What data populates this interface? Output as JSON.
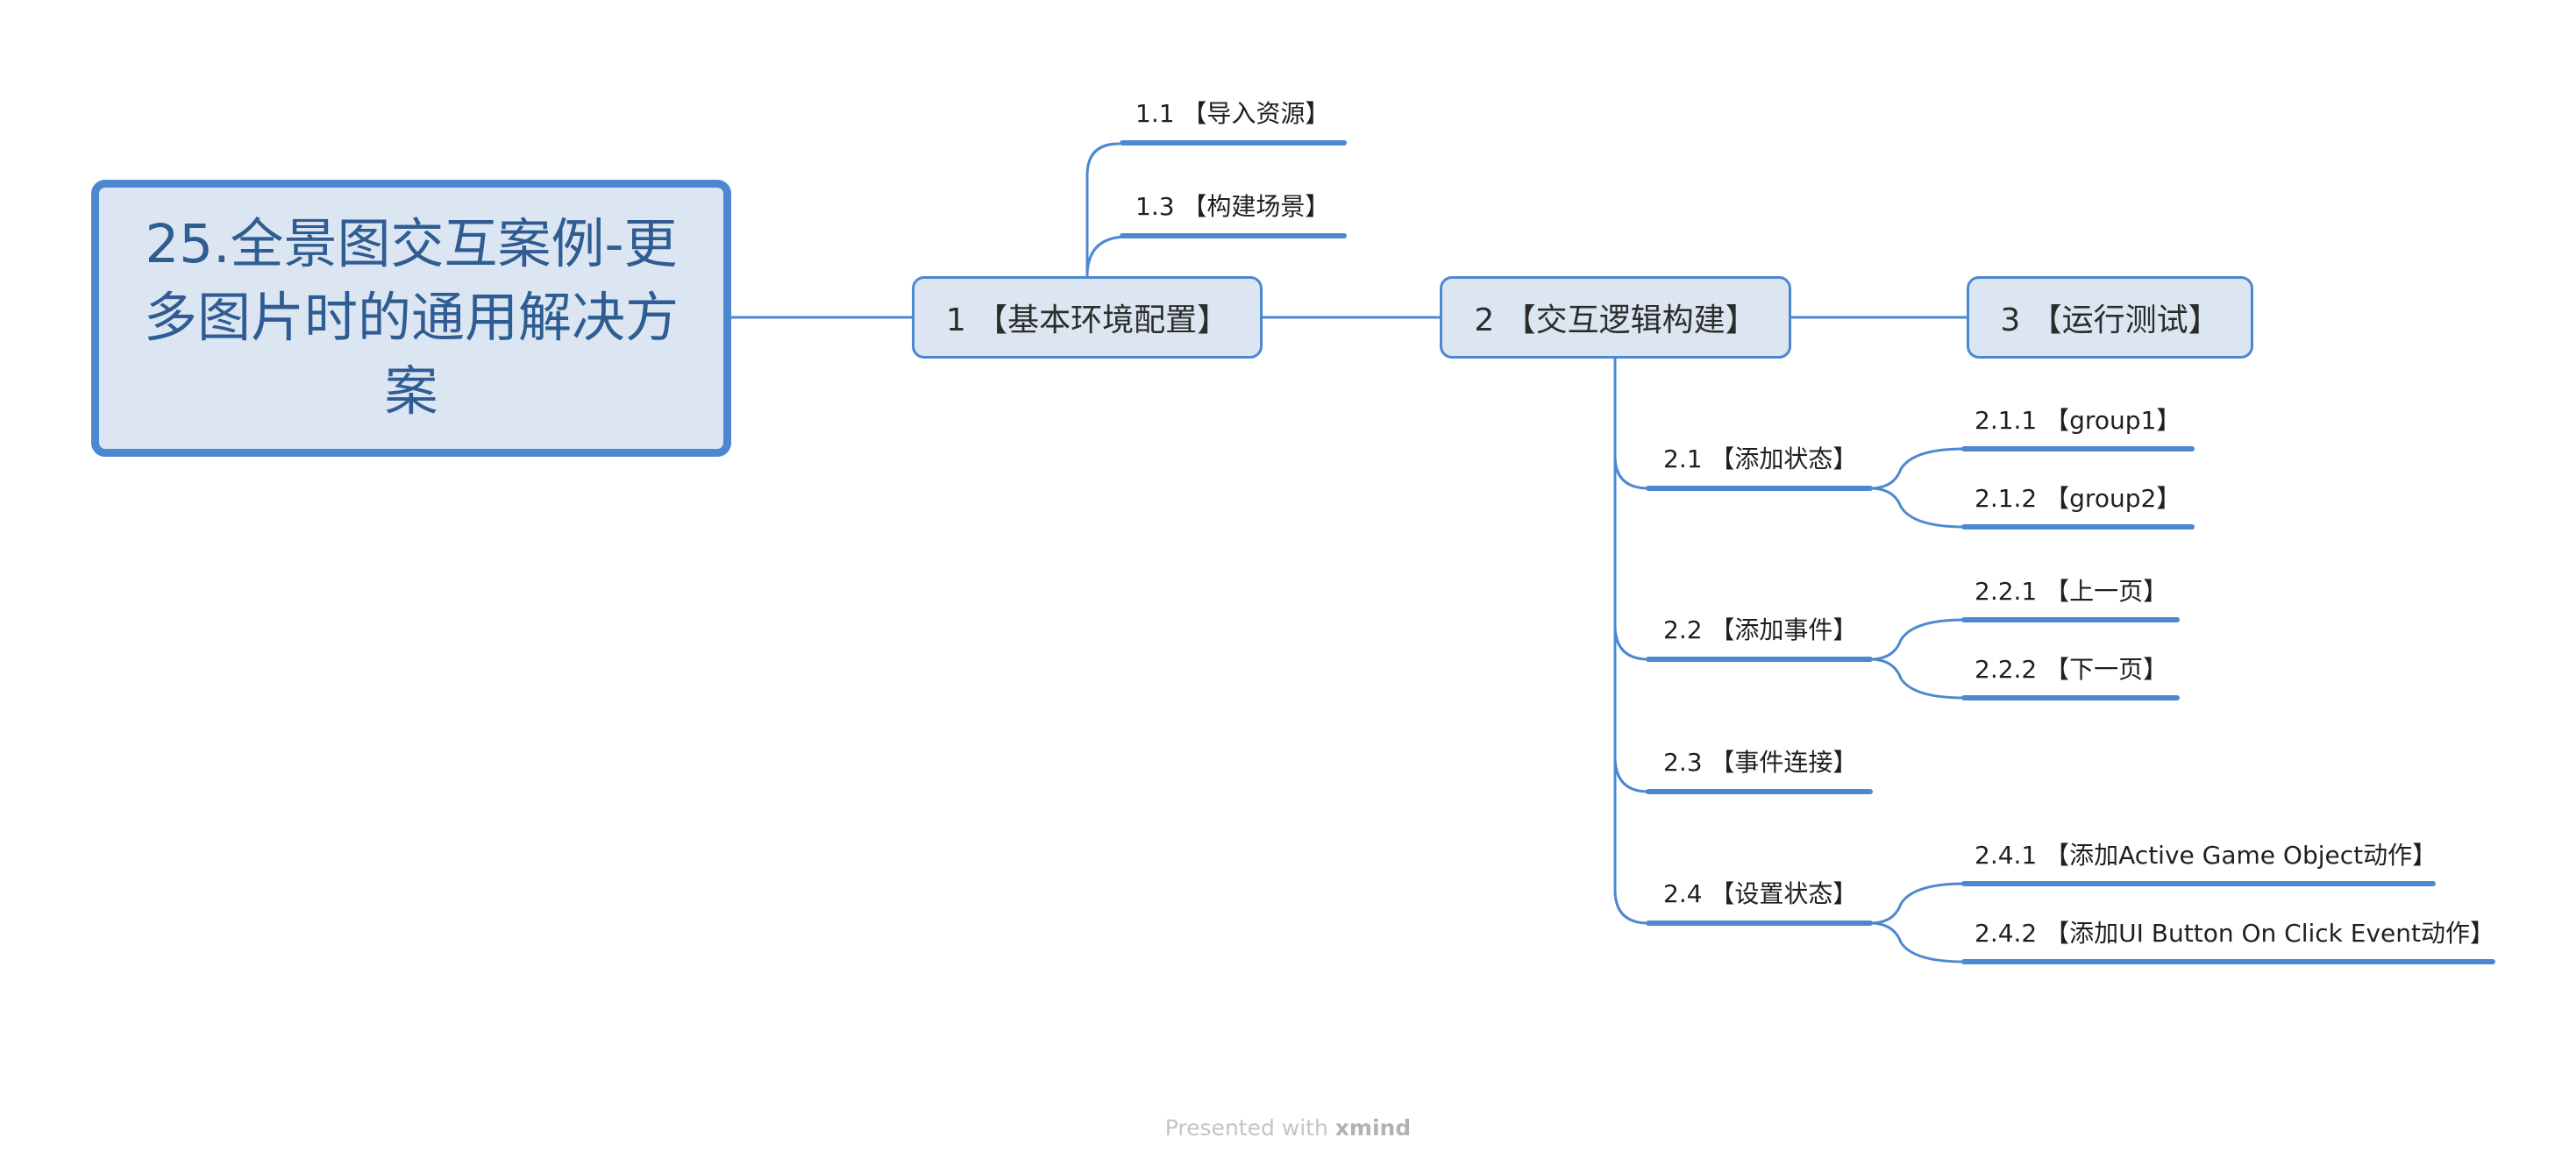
{
  "root": {
    "title": "25.全景图交互案例-更多图片时的通用解决方案"
  },
  "main_topics": [
    {
      "label": "1 【基本环境配置】",
      "subtopics": [
        {
          "label": "1.1 【导入资源】"
        },
        {
          "label": "1.3 【构建场景】"
        }
      ]
    },
    {
      "label": "2 【交互逻辑构建】",
      "subtopics": [
        {
          "label": "2.1 【添加状态】",
          "children": [
            {
              "label": "2.1.1 【group1】"
            },
            {
              "label": "2.1.2 【group2】"
            }
          ]
        },
        {
          "label": "2.2 【添加事件】",
          "children": [
            {
              "label": "2.2.1 【上一页】"
            },
            {
              "label": "2.2.2 【下一页】"
            }
          ]
        },
        {
          "label": "2.3 【事件连接】"
        },
        {
          "label": "2.4 【设置状态】",
          "children": [
            {
              "label": "2.4.1 【添加Active Game Object动作】"
            },
            {
              "label": "2.4.2 【添加UI Button On Click Event动作】"
            }
          ]
        }
      ]
    },
    {
      "label": "3 【运行测试】"
    }
  ],
  "footer": {
    "prefix": "Presented with",
    "brand": "xmind"
  },
  "colors": {
    "line": "#4c88d0",
    "node_fill": "#dce6f2",
    "root_text": "#2f5d93"
  }
}
